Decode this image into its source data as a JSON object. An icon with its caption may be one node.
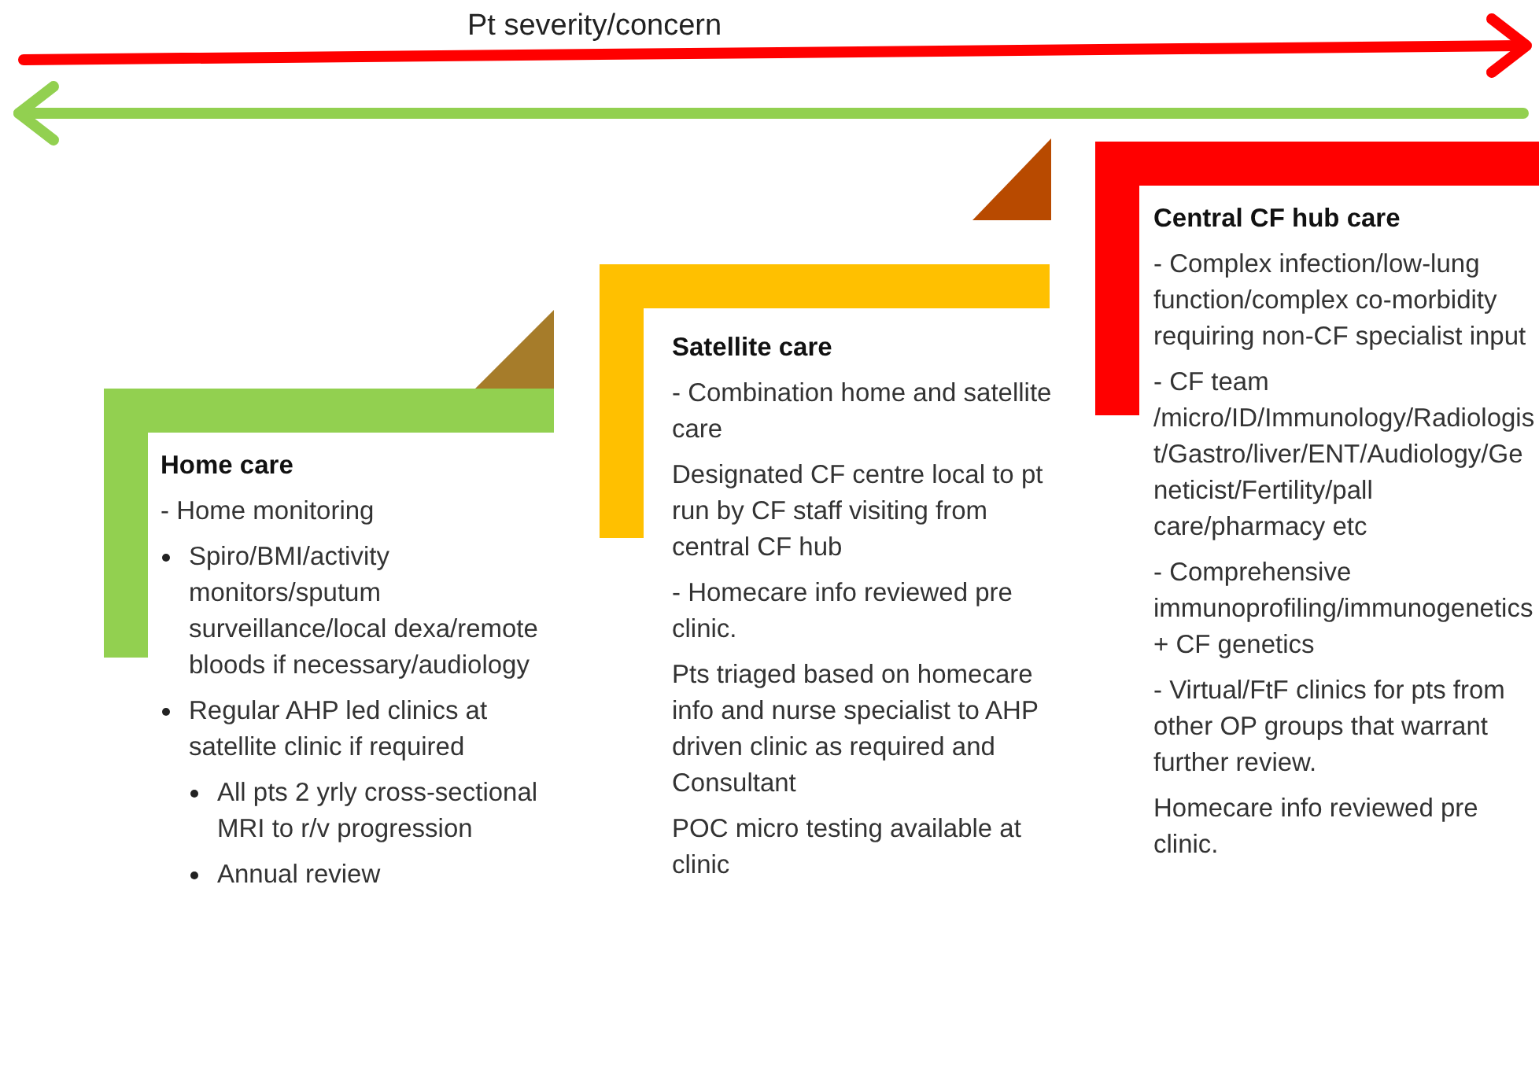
{
  "diagram": {
    "nodes": [
      {
        "text": [
          "Home care",
          "- Home monitoring",
          "Spiro/BMI/activity monitors/sputum surveillance/local dexa/remote bloods if necessary/audiology",
          "Regular AHP led clinics at satellite clinic if required",
          "All pts 2 yrly cross-sectional MRI to r/v progression",
          "Annual review"
        ]
      },
      {
        "text": [
          "Satellite care",
          "- Combination home and satellite care",
          "Designated CF centre local to pt run by CF staff visiting from central CF hub",
          "- Homecare info reviewed pre clinic.",
          "Pts triaged based on homecare info and nurse specialist to AHP driven clinic as required and Consultant",
          "POC micro testing available at clinic"
        ]
      },
      {
        "text": [
          "Central CF hub care",
          "- Complex infection/low-lung function/complex co-morbidity requiring non-CF specialist input",
          "- CF team /micro/ID/Immunology/Radiologist/Gastro/liver/ENT/Audiology/Geneticist/Fertility/pall care/pharmacy etc",
          "- Comprehensive immunoprofiling/immunogenetics + CF genetics",
          "- Virtual/FtF clinics for pts from other OP groups that warrant further review.",
          "Homecare info reviewed pre clinic."
        ]
      }
    ],
    "labels": [
      "Pt severity/concern"
    ]
  }
}
